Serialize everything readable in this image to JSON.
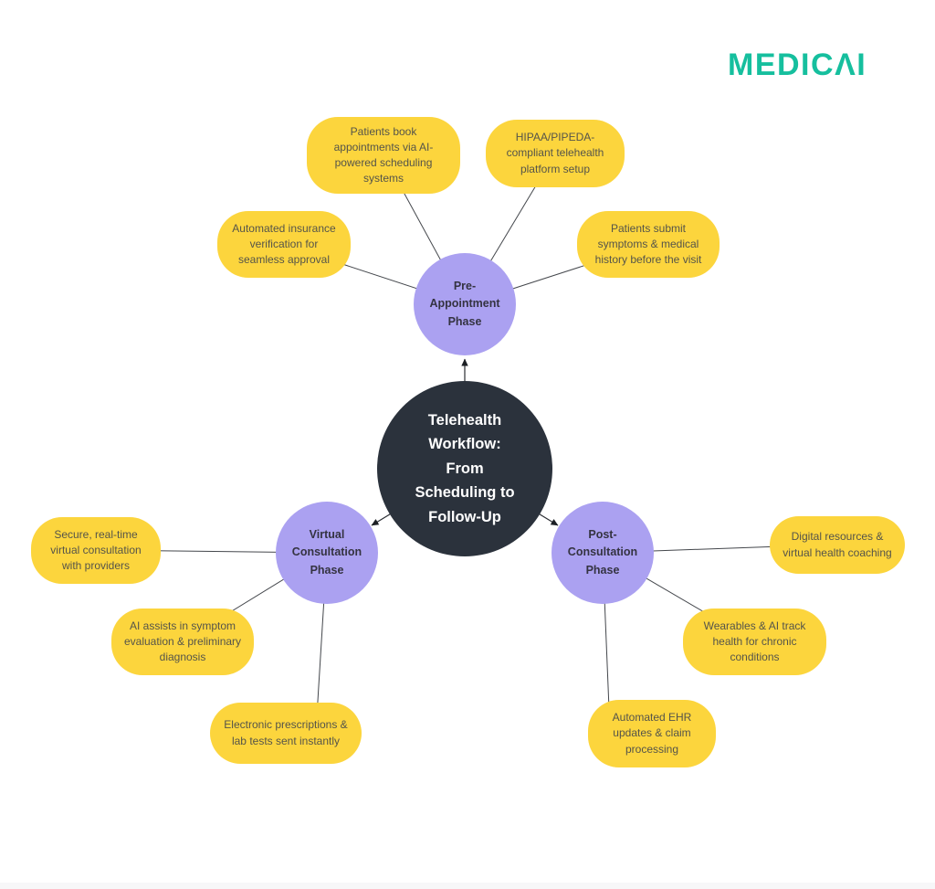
{
  "logo": {
    "brand": "MEDICAI",
    "brand_display": {
      "before": "MEDIC",
      "a_glyph": "Λ",
      "after": "I"
    },
    "color": "#16bf9e"
  },
  "palette": {
    "background": "#ffffff",
    "bubble_bg": "#fcd53d",
    "bubble_text": "#55544a",
    "phase_bg": "#aba1f1",
    "phase_text": "#343341",
    "center_bg": "#2b323c",
    "center_text": "#ffffff",
    "connector": "#44474c",
    "logo_color": "#16bf9e"
  },
  "center_node": {
    "full_text": "Telehealth Workflow: From Scheduling to Follow-Up",
    "lines": [
      "Telehealth",
      "Workflow:",
      "From",
      "Scheduling to",
      "Follow-Up"
    ]
  },
  "phases": [
    {
      "full_text": "Pre-Appointment Phase",
      "lines": [
        "Pre-",
        "Appointment",
        "Phase"
      ]
    },
    {
      "full_text": "Virtual Consultation Phase",
      "lines": [
        "Virtual",
        "Consultation",
        "Phase"
      ]
    },
    {
      "full_text": "Post-Consultation Phase",
      "lines": [
        "Post-",
        "Consultation",
        "Phase"
      ]
    }
  ],
  "bubbles": [
    {
      "phase": "pre-appointment",
      "text": "Patients book appointments via AI-powered scheduling systems"
    },
    {
      "phase": "pre-appointment",
      "text": "HIPAA/PIPEDA-compliant telehealth platform setup"
    },
    {
      "phase": "pre-appointment",
      "text": "Automated insurance verification for seamless approval"
    },
    {
      "phase": "pre-appointment",
      "text": "Patients submit symptoms & medical history before the visit"
    },
    {
      "phase": "virtual-consultation",
      "text": "Secure, real-time virtual consultation with providers"
    },
    {
      "phase": "virtual-consultation",
      "text": "AI assists in symptom evaluation & preliminary diagnosis"
    },
    {
      "phase": "virtual-consultation",
      "text": "Electronic prescriptions & lab tests sent instantly"
    },
    {
      "phase": "post-consultation",
      "text": "Digital resources & virtual health coaching"
    },
    {
      "phase": "post-consultation",
      "text": "Wearables & AI track health for chronic conditions"
    },
    {
      "phase": "post-consultation",
      "text": "Automated EHR updates & claim processing"
    }
  ]
}
